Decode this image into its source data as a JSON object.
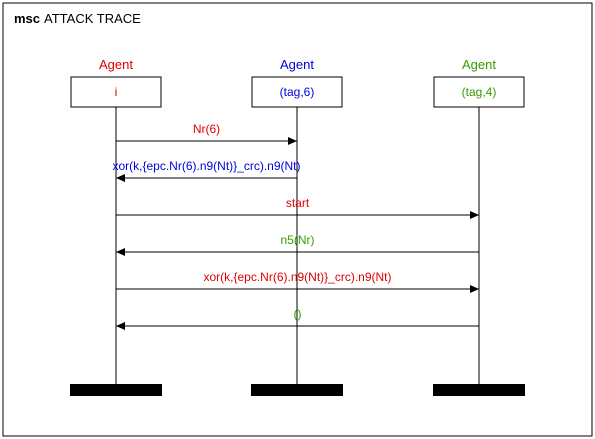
{
  "title": {
    "keyword": "msc",
    "text": "ATTACK TRACE"
  },
  "colors": {
    "red": "#e00000",
    "blue": "#0000e0",
    "green": "#3a9a00",
    "black": "#000000"
  },
  "agents": [
    {
      "role": "Agent",
      "name": "i",
      "color": "#e00000"
    },
    {
      "role": "Agent",
      "name": "(tag,6)",
      "color": "#0000e0"
    },
    {
      "role": "Agent",
      "name": "(tag,4)",
      "color": "#3a9a00"
    }
  ],
  "messages": [
    {
      "label": "Nr(6)",
      "from": 0,
      "to": 1,
      "color": "#e00000"
    },
    {
      "label": "xor(k,{epc.Nr(6).n9(Nt)}_crc).n9(Nt)",
      "from": 1,
      "to": 0,
      "color": "#0000e0"
    },
    {
      "label": "start",
      "from": 0,
      "to": 2,
      "color": "#e00000"
    },
    {
      "label": "n5(Nr)",
      "from": 2,
      "to": 0,
      "color": "#3a9a00"
    },
    {
      "label": "xor(k,{epc.Nr(6).n9(Nt)}_crc).n9(Nt)",
      "from": 0,
      "to": 2,
      "color": "#e00000"
    },
    {
      "label": "()",
      "from": 2,
      "to": 0,
      "color": "#3a9a00"
    }
  ]
}
